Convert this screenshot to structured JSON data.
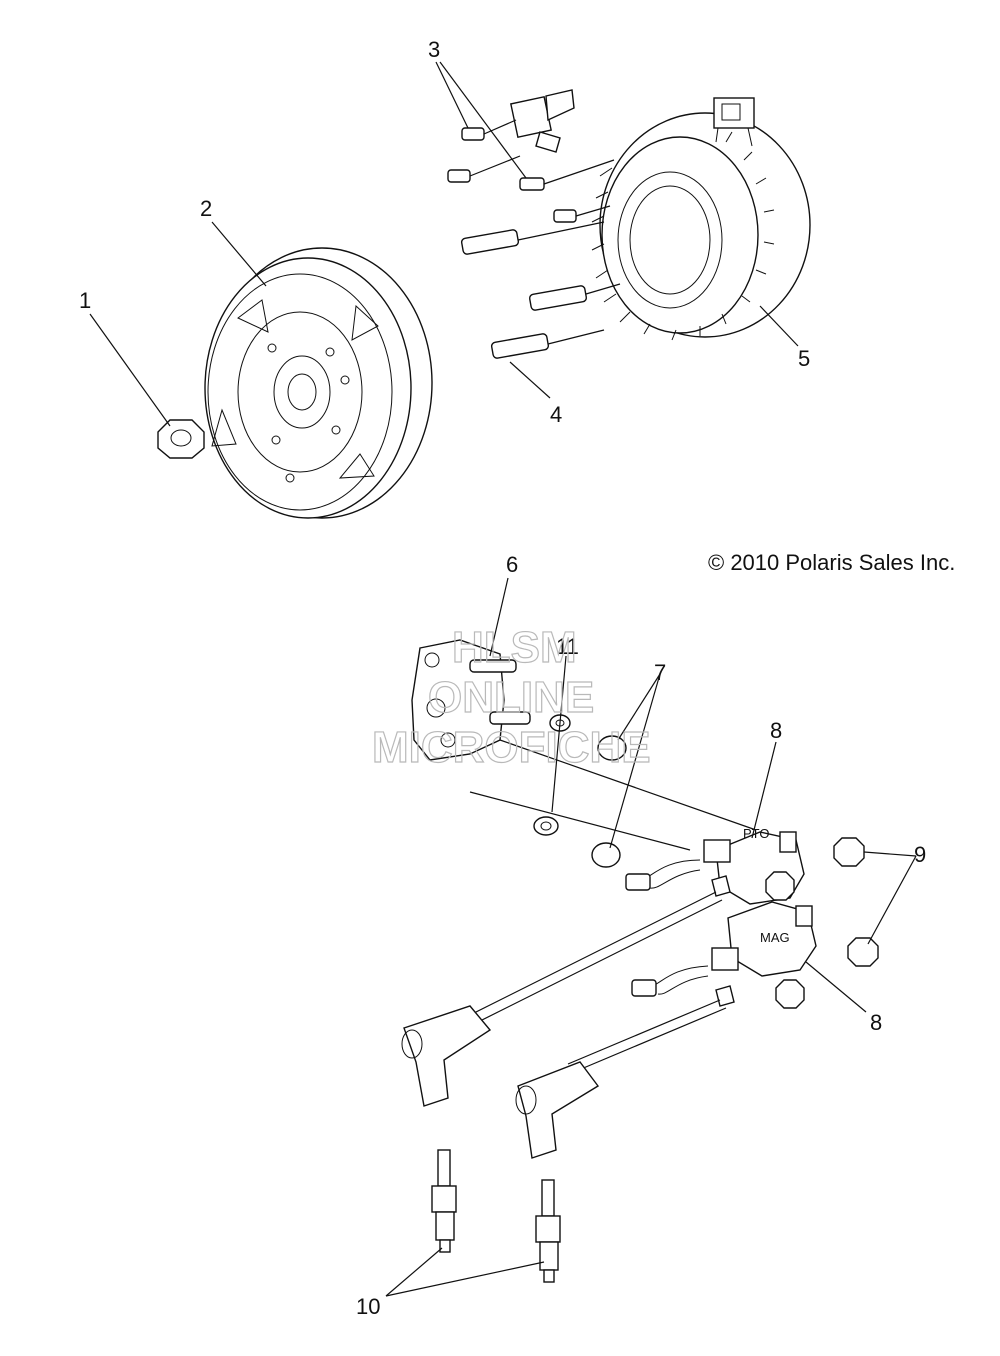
{
  "callouts": {
    "c1": "1",
    "c2": "2",
    "c3": "3",
    "c4": "4",
    "c5": "5",
    "c6": "6",
    "c7": "7",
    "c8a": "8",
    "c8b": "8",
    "c9": "9",
    "c10": "10",
    "c11": "11"
  },
  "copyright": "© 2010 Polaris Sales Inc.",
  "watermark": {
    "line1": "HLSM",
    "line2": "ONLINE",
    "line3": "MICROFICHE"
  },
  "coil_labels": {
    "pto": "PTO",
    "mag": "MAG"
  }
}
